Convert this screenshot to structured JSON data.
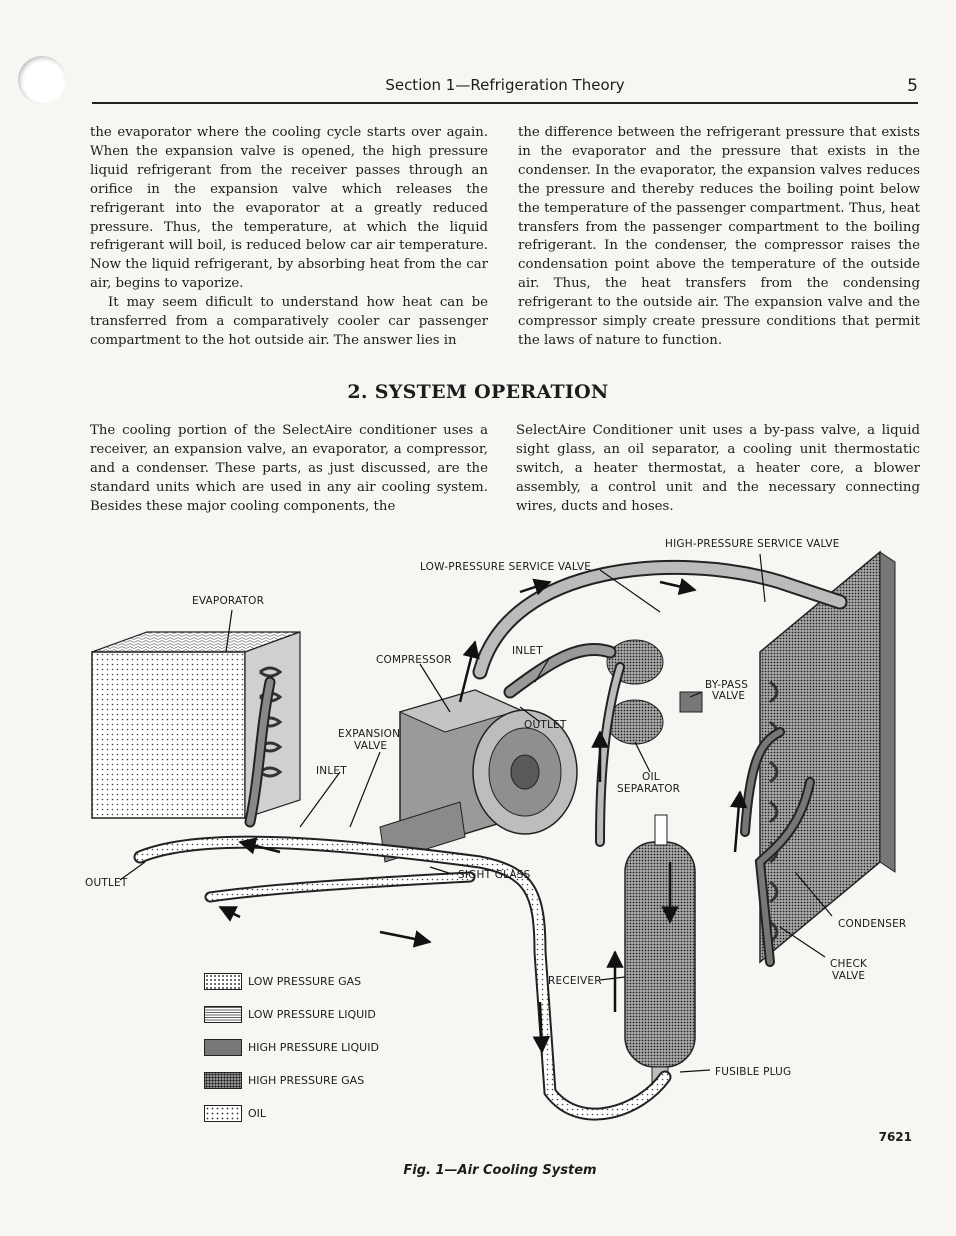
{
  "header": {
    "title": "Section 1—Refrigeration Theory",
    "page_number": "5"
  },
  "top": {
    "left_paragraphs": [
      "the evaporator where the cooling cycle starts over again. When the expansion valve is opened, the high pressure liquid refrigerant from the receiver passes through an orifice in the expansion valve which releases the refrigerant into the evaporator at a greatly reduced pressure. Thus, the temperature, at which the liquid refrigerant will boil, is reduced below car air temperature. Now the liquid refrigerant, by absorbing heat from the car air, begins to vaporize.",
      "It may seem dificult to understand how heat can be transferred from a comparatively cooler car passenger compartment to the hot outside air. The answer lies in"
    ],
    "right_paragraphs": [
      "the difference between the refrigerant pressure that exists in the evaporator and the pressure that exists in the condenser. In the evaporator, the expansion valves reduces the pressure and thereby reduces the boiling point below the temperature of the passenger compartment. Thus, heat transfers from the passenger compartment to the boiling refrigerant. In the condenser, the compressor raises the condensation point above the temperature of the outside air. Thus, the heat transfers from the condensing refrigerant to the outside air. The expansion valve and the compressor simply create pressure conditions that permit the laws of nature to function."
    ]
  },
  "section": {
    "title": "2. SYSTEM OPERATION",
    "left_paragraph": "The cooling portion of the SelectAire conditioner uses a receiver, an expansion valve, an evaporator, a compressor, and a condenser. These parts, as just discussed, are the standard units which are used in any air cooling system. Besides these major cooling components, the",
    "right_paragraph": "SelectAire Conditioner unit uses a by-pass valve, a liquid sight glass, an oil separator, a cooling unit thermostatic switch, a heater thermostat, a heater core, a blower assembly, a control unit and the necessary connecting wires, ducts and hoses."
  },
  "figure": {
    "labels": {
      "high_pressure_service_valve": "HIGH-PRESSURE SERVICE VALVE",
      "low_pressure_service_valve": "LOW-PRESSURE SERVICE VALVE",
      "evaporator": "EVAPORATOR",
      "compressor": "COMPRESSOR",
      "inlet_top": "INLET",
      "bypass_valve_1": "BY-PASS",
      "bypass_valve_2": "VALVE",
      "outlet_mid": "OUTLET",
      "expansion_valve_1": "EXPANSION",
      "expansion_valve_2": "VALVE",
      "inlet_left": "INLET",
      "oil_separator_1": "OIL",
      "oil_separator_2": "SEPARATOR",
      "outlet_left": "OUTLET",
      "sight_glass": "SIGHT GLASS",
      "condenser": "CONDENSER",
      "check_valve_1": "CHECK",
      "check_valve_2": "VALVE",
      "receiver": "RECEIVER",
      "fusible_plug": "FUSIBLE PLUG"
    },
    "legend": [
      {
        "label": "LOW PRESSURE GAS"
      },
      {
        "label": "LOW PRESSURE LIQUID"
      },
      {
        "label": "HIGH PRESSURE LIQUID"
      },
      {
        "label": "HIGH PRESSURE GAS"
      },
      {
        "label": "OIL"
      }
    ],
    "figure_number": "7621",
    "caption": "Fig. 1—Air Cooling System"
  }
}
